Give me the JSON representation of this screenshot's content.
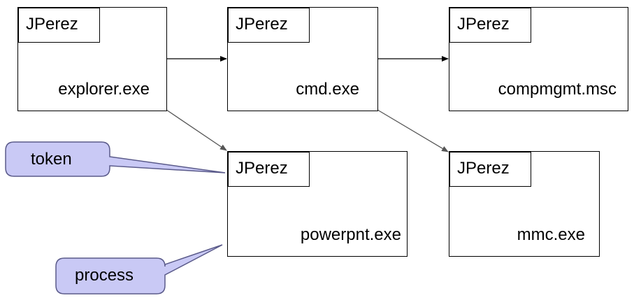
{
  "diagram": {
    "processes": [
      {
        "id": "explorer",
        "token": "JPerez",
        "name": "explorer.exe"
      },
      {
        "id": "cmd",
        "token": "JPerez",
        "name": "cmd.exe"
      },
      {
        "id": "compmgmt",
        "token": "JPerez",
        "name": "compmgmt.msc"
      },
      {
        "id": "powerpnt",
        "token": "JPerez",
        "name": "powerpnt.exe"
      },
      {
        "id": "mmc",
        "token": "JPerez",
        "name": "mmc.exe"
      }
    ],
    "edges": [
      {
        "from": "explorer",
        "to": "cmd"
      },
      {
        "from": "cmd",
        "to": "compmgmt"
      },
      {
        "from": "explorer",
        "to": "powerpnt"
      },
      {
        "from": "cmd",
        "to": "mmc"
      }
    ],
    "callouts": {
      "token": {
        "label": "token",
        "fill": "#c9c9f5",
        "stroke": "#5a5a8a"
      },
      "process": {
        "label": "process",
        "fill": "#c9c9f5",
        "stroke": "#5a5a8a"
      }
    },
    "colors": {
      "arrow_horizontal": "#000000",
      "arrow_diagonal": "#555555",
      "box_border": "#000000"
    }
  }
}
